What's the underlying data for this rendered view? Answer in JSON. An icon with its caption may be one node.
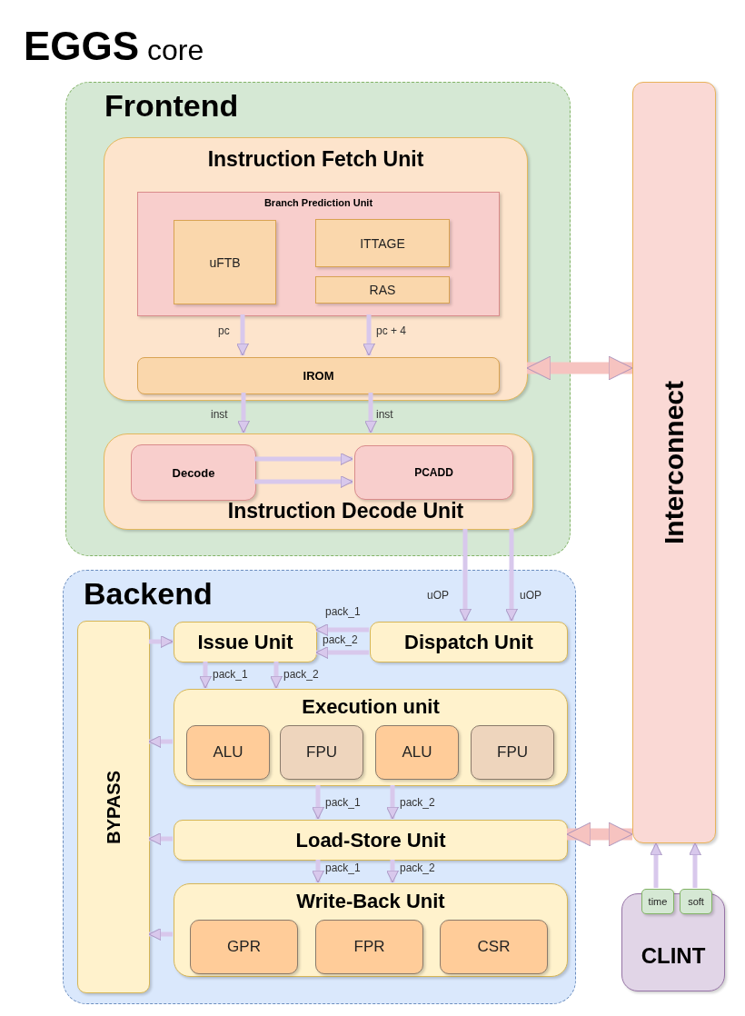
{
  "diagram": {
    "title": "**EGGS** core",
    "nodes": [
      {
        "text": [
          "Frontend"
        ]
      },
      {
        "text": [
          "Instruction Fetch Unit"
        ],
        "in": 0
      },
      {
        "text": [
          "Branch Prediction Unit"
        ],
        "in": 1
      },
      {
        "text": [
          "uFTB"
        ],
        "in": 2
      },
      {
        "text": [
          "ITTAGE"
        ],
        "in": 2
      },
      {
        "text": [
          "RAS"
        ],
        "in": 2
      },
      {
        "text": [
          "IROM"
        ],
        "in": 1
      },
      {
        "text": [
          "Instruction Decode Unit"
        ],
        "in": 0
      },
      {
        "text": [
          "Decode"
        ],
        "in": 7
      },
      {
        "text": [
          "PCADD"
        ],
        "in": 7
      },
      {
        "text": [
          "Interconnect"
        ]
      },
      {
        "text": [
          "Backend"
        ]
      },
      {
        "text": [
          "BYPASS"
        ],
        "in": 11
      },
      {
        "text": [
          "Issue Unit"
        ],
        "in": 11
      },
      {
        "text": [
          "Dispatch Unit"
        ],
        "in": 11
      },
      {
        "text": [
          "Execution unit"
        ],
        "in": 11
      },
      {
        "text": [
          "ALU"
        ],
        "in": 15
      },
      {
        "text": [
          "FPU"
        ],
        "in": 15
      },
      {
        "text": [
          "ALU"
        ],
        "in": 15
      },
      {
        "text": [
          "FPU"
        ],
        "in": 15
      },
      {
        "text": [
          "Load-Store Unit"
        ],
        "in": 11
      },
      {
        "text": [
          "Write-Back Unit"
        ],
        "in": 11
      },
      {
        "text": [
          "GPR"
        ],
        "in": 21
      },
      {
        "text": [
          "FPR"
        ],
        "in": 21
      },
      {
        "text": [
          "CSR"
        ],
        "in": 21
      },
      {
        "text": [
          "CLINT"
        ]
      },
      {
        "text": [
          "time"
        ],
        "in": 25
      },
      {
        "text": [
          "soft"
        ],
        "in": 25
      }
    ],
    "edges": [
      {
        "from": 2,
        "to": 6,
        "arrow": "to",
        "label": "pc"
      },
      {
        "from": 2,
        "to": 6,
        "arrow": "to",
        "label": "pc + 4"
      },
      {
        "from": 6,
        "to": 7,
        "arrow": "to",
        "label": "inst"
      },
      {
        "from": 6,
        "to": 7,
        "arrow": "to",
        "label": "inst"
      },
      {
        "from": 8,
        "to": 9,
        "arrow": "to"
      },
      {
        "from": 8,
        "to": 9,
        "arrow": "to"
      },
      {
        "from": 1,
        "to": 10,
        "arrow": "both",
        "style": "thick",
        "color": "#f6c3c0"
      },
      {
        "from": 7,
        "to": 14,
        "arrow": "to",
        "label": "uOP"
      },
      {
        "from": 7,
        "to": 14,
        "arrow": "to",
        "label": "uOP"
      },
      {
        "from": 14,
        "to": 13,
        "arrow": "to",
        "label": "pack_1"
      },
      {
        "from": 14,
        "to": 13,
        "arrow": "to",
        "label": "pack_2"
      },
      {
        "from": 12,
        "to": 13,
        "arrow": "to"
      },
      {
        "from": 13,
        "to": 15,
        "arrow": "to",
        "label": "pack_1"
      },
      {
        "from": 13,
        "to": 15,
        "arrow": "to",
        "label": "pack_2"
      },
      {
        "from": 15,
        "to": 12,
        "arrow": "to"
      },
      {
        "from": 15,
        "to": 20,
        "arrow": "to",
        "label": "pack_1"
      },
      {
        "from": 15,
        "to": 20,
        "arrow": "to",
        "label": "pack_2"
      },
      {
        "from": 20,
        "to": 12,
        "arrow": "to"
      },
      {
        "from": 20,
        "to": 10,
        "arrow": "both",
        "style": "thick",
        "color": "#f6c3c0"
      },
      {
        "from": 20,
        "to": 21,
        "arrow": "to",
        "label": "pack_1"
      },
      {
        "from": 20,
        "to": 21,
        "arrow": "to",
        "label": "pack_2"
      },
      {
        "from": 21,
        "to": 12,
        "arrow": "to"
      },
      {
        "from": 26,
        "to": 10,
        "arrow": "to"
      },
      {
        "from": 27,
        "to": 10,
        "arrow": "to"
      }
    ]
  }
}
